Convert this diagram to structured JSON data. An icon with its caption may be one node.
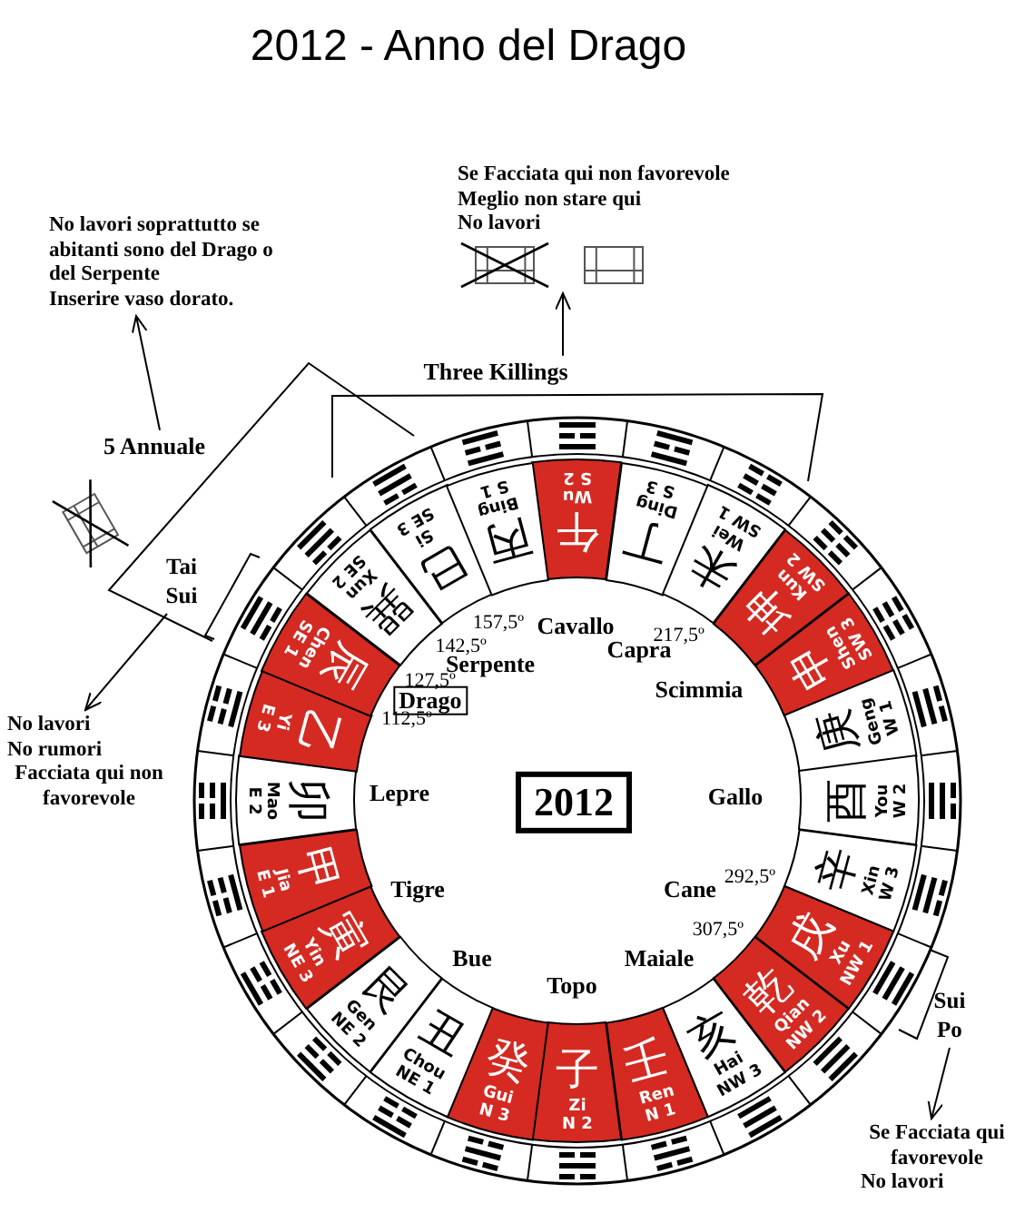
{
  "diagram": {
    "title": "2012 - Anno del Drago",
    "nodes": [
      {
        "text": [
          "Se Facciata qui non favorevole",
          "Meglio non stare qui",
          "No lavori"
        ]
      },
      {
        "text": [
          "Three Killings"
        ]
      },
      {
        "text": [
          "No lavori soprattutto se abitanti sono del Drago o del Serpente",
          "Inserire vaso dorato."
        ]
      },
      {
        "text": [
          "5 Annuale"
        ]
      },
      {
        "text": [
          "Tai Sui"
        ]
      },
      {
        "text": [
          "No lavori",
          "No rumori",
          "Facciata qui non favorevole"
        ]
      },
      {
        "text": [
          "Sui Po"
        ]
      },
      {
        "text": [
          "Se Facciata qui favorevole",
          "No lavori"
        ]
      },
      {
        "text": [
          "午",
          "Wu",
          "S 2"
        ]
      },
      {
        "text": [
          "丁",
          "Ding",
          "S 3"
        ]
      },
      {
        "text": [
          "未",
          "Wei",
          "SW 1"
        ]
      },
      {
        "text": [
          "坤",
          "Kun",
          "SW 2"
        ]
      },
      {
        "text": [
          "申",
          "Shen",
          "SW 3"
        ]
      },
      {
        "text": [
          "庚",
          "Geng",
          "W 1"
        ]
      },
      {
        "text": [
          "酉",
          "You",
          "W 2"
        ]
      },
      {
        "text": [
          "辛",
          "Xin",
          "W 3"
        ]
      },
      {
        "text": [
          "戌",
          "Xu",
          "NW 1"
        ]
      },
      {
        "text": [
          "乾",
          "Qian",
          "NW 2"
        ]
      },
      {
        "text": [
          "亥",
          "Hai",
          "NW 3"
        ]
      },
      {
        "text": [
          "壬",
          "Ren",
          "N 1"
        ]
      },
      {
        "text": [
          "子",
          "Zi",
          "N 2"
        ]
      },
      {
        "text": [
          "癸",
          "Gui",
          "N 3"
        ]
      },
      {
        "text": [
          "丑",
          "Chou",
          "NE 1"
        ]
      },
      {
        "text": [
          "艮",
          "Gen",
          "NE 2"
        ]
      },
      {
        "text": [
          "寅",
          "Yin",
          "NE 3"
        ]
      },
      {
        "text": [
          "甲",
          "Jia",
          "E 1"
        ]
      },
      {
        "text": [
          "卯",
          "Mao",
          "E 2"
        ]
      },
      {
        "text": [
          "乙",
          "Yi",
          "E 3"
        ]
      },
      {
        "text": [
          "辰",
          "Chen",
          "SE 1"
        ]
      },
      {
        "text": [
          "巽",
          "Xun",
          "SE 2"
        ]
      },
      {
        "text": [
          "巳",
          "Si",
          "SE 3"
        ]
      },
      {
        "text": [
          "丙",
          "Bing",
          "S 1"
        ]
      },
      {
        "text": [
          "Drago"
        ]
      },
      {
        "text": [
          "2012"
        ]
      }
    ],
    "edges": [
      {
        "from": 1,
        "to": 0,
        "arrow": "to"
      },
      {
        "from": 3,
        "to": 2,
        "arrow": "to"
      },
      {
        "from": 4,
        "to": 5,
        "arrow": "to"
      },
      {
        "from": 6,
        "to": 7,
        "arrow": "to"
      }
    ],
    "labels": [
      "157,5º",
      "142,5º",
      "Cavallo",
      "217,5º",
      "Serpente",
      "Capra",
      "127,5º",
      "Scimmia",
      "112,5º",
      "Lepre",
      "Gallo",
      "292,5º",
      "Tigre",
      "Cane",
      "307,5º",
      "Bue",
      "Maiale",
      "Topo"
    ]
  }
}
